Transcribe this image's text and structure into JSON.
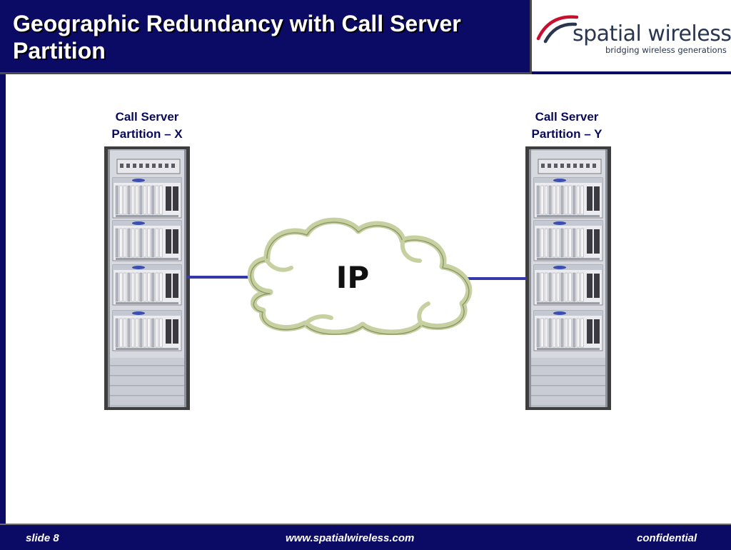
{
  "slide": {
    "title_line1": "Geographic Redundancy with Call Server",
    "title_line2": "Partition"
  },
  "logo": {
    "name": "spatial wireless",
    "tagline": "bridging wireless generations"
  },
  "diagram": {
    "left_server": {
      "line1": "Call Server",
      "line2": "Partition – X"
    },
    "right_server": {
      "line1": "Call Server",
      "line2": "Partition – Y"
    },
    "network_label": "IP"
  },
  "footer": {
    "slide_number": "slide  8",
    "url": "www.spatialwireless.com",
    "classification": "confidential"
  },
  "colors": {
    "navy": "#0b0b66",
    "link_line": "#3438a8",
    "cloud_outline": "#c7d0a0",
    "label_text": "#0a0a5a"
  }
}
